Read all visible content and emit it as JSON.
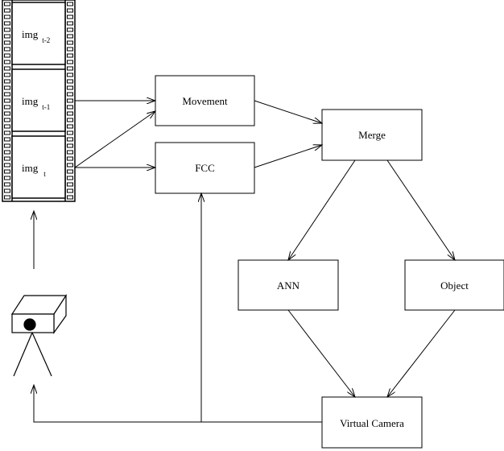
{
  "film_strip": {
    "frames": [
      {
        "label": "img",
        "subscript": "t-2"
      },
      {
        "label": "img",
        "subscript": "t-1"
      },
      {
        "label": "img",
        "subscript": "t"
      }
    ]
  },
  "nodes": {
    "movement": "Movement",
    "fcc": "FCC",
    "merge": "Merge",
    "ann": "ANN",
    "object": "Object",
    "virtual_camera": "Virtual Camera"
  },
  "edges": [
    {
      "from": "img t-1",
      "to": "Movement"
    },
    {
      "from": "img t",
      "to": "Movement"
    },
    {
      "from": "img t",
      "to": "FCC"
    },
    {
      "from": "Movement",
      "to": "Merge"
    },
    {
      "from": "FCC",
      "to": "Merge"
    },
    {
      "from": "Merge",
      "to": "ANN"
    },
    {
      "from": "Merge",
      "to": "Object"
    },
    {
      "from": "ANN",
      "to": "Virtual Camera"
    },
    {
      "from": "Object",
      "to": "Virtual Camera"
    },
    {
      "from": "Virtual Camera",
      "to": "FCC"
    },
    {
      "from": "Virtual Camera",
      "to": "camera"
    },
    {
      "from": "camera",
      "to": "film strip"
    }
  ],
  "icons": [
    "video-camera-icon",
    "film-strip-icon"
  ]
}
